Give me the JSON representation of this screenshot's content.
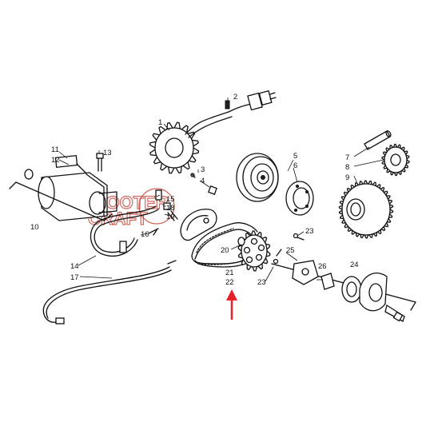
{
  "watermark": {
    "line1": "SCOOTER",
    "line2": "CRAFT",
    "color": "#c0392b"
  },
  "highlight_color": "#e8202a",
  "callouts": {
    "c1": "1",
    "c2": "2",
    "c3": "3",
    "c4": "4",
    "c5": "5",
    "c6": "6",
    "c7": "7",
    "c8": "8",
    "c9": "9",
    "c10": "10",
    "c11": "11",
    "c12": "12",
    "c13": "13",
    "c14": "14",
    "c15": "15",
    "c16": "16",
    "c17": "17",
    "c18": "18",
    "c19": "19",
    "c20": "20",
    "c21": "21",
    "c22": "22",
    "c23a": "23",
    "c23b": "23",
    "c24": "24",
    "c25": "25",
    "c26": "26"
  }
}
